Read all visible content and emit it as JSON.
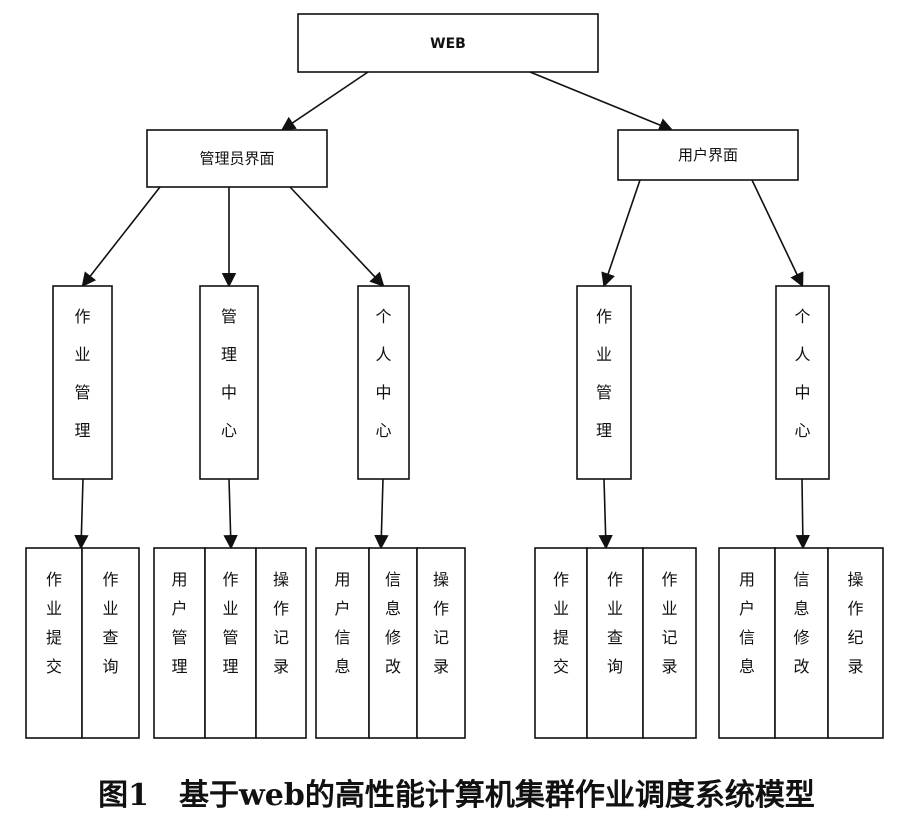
{
  "root": {
    "label": "WEB"
  },
  "admin": {
    "label": "管理员界面",
    "groups": [
      {
        "label": "作业管理",
        "leaves": [
          "作业提交",
          "作业查询"
        ]
      },
      {
        "label": "管理中心",
        "leaves": [
          "用户管理",
          "作业管理",
          "操作记录"
        ]
      },
      {
        "label": "个人中心",
        "leaves": [
          "用户信息",
          "信息修改",
          "操作记录"
        ]
      }
    ]
  },
  "user": {
    "label": "用户界面",
    "groups": [
      {
        "label": "作业管理",
        "leaves": [
          "作业提交",
          "作业查询",
          "作业记录"
        ]
      },
      {
        "label": "个人中心",
        "leaves": [
          "用户信息",
          "信息修改",
          "操作纪录"
        ]
      }
    ]
  },
  "caption": "图1　基于web的高性能计算机集群作业调度系统模型"
}
